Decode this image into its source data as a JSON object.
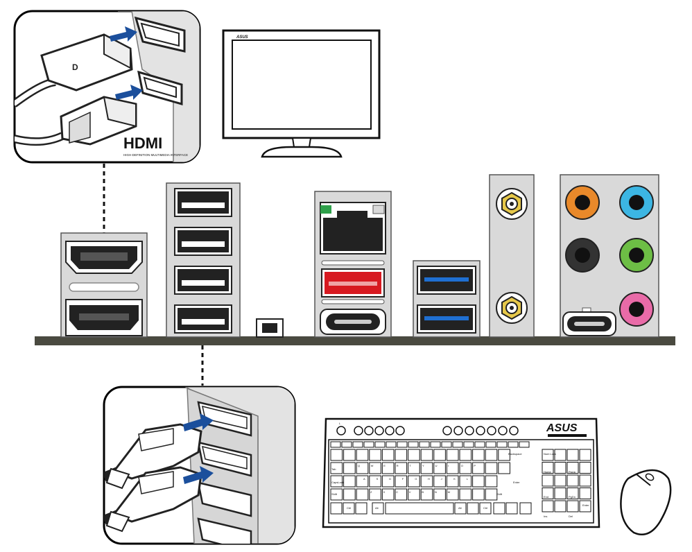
{
  "hdmi_logo": {
    "wordmark": "HDMI",
    "tagline": "HIGH-DEFINITION MULTIMEDIA INTERFACE"
  },
  "monitor": {
    "brand": "ASUS"
  },
  "keyboard": {
    "brand": "ASUS",
    "keys": {
      "backspace": "Backspace",
      "tab": "Tab",
      "caps": "CapsLock",
      "enter": "Enter",
      "shift_left": "Shift",
      "shift_right": "Shift",
      "ctrl_left": "Ctrl",
      "ctrl_right": "Ctrl",
      "alt_left": "Alt",
      "alt_right": "Alt",
      "numlock": "Num Lock",
      "insert": "Ins",
      "delete": "Del",
      "home": "Home",
      "pgup": "PgUp",
      "end": "End",
      "pgdn": "PgDn",
      "num_enter": "Enter",
      "l_mark": "L"
    },
    "letters_row1": [
      "Q",
      "W",
      "E",
      "R",
      "T",
      "Y",
      "U",
      "I",
      "O",
      "P"
    ],
    "letters_row2": [
      "A",
      "S",
      "D",
      "F",
      "G",
      "H",
      "J",
      "K",
      "L"
    ],
    "letters_row3": [
      "Z",
      "X",
      "C",
      "V",
      "B",
      "N",
      "M"
    ]
  },
  "colors": {
    "audio_orange": "#E9892A",
    "audio_blue": "#3CB6E3",
    "audio_black": "#222222",
    "audio_green": "#6DBE45",
    "audio_pink": "#E96BA8",
    "usb3_blue": "#1f6fd1",
    "usb_red": "#d71920",
    "antenna_gold": "#E6C84A",
    "panel_gray": "#d9d9d9",
    "board": "#4a4a40"
  }
}
